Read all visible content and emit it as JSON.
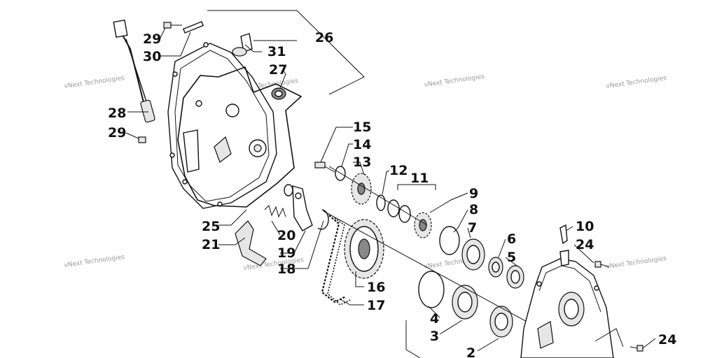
{
  "watermark": "vNext Technologies",
  "callouts": {
    "c2": "2",
    "c3": "3",
    "c4": "4",
    "c5": "5",
    "c6": "6",
    "c7": "7",
    "c8": "8",
    "c9": "9",
    "c10": "10",
    "c11": "11",
    "c12": "12",
    "c13": "13",
    "c14": "14",
    "c15": "15",
    "c16": "16",
    "c17": "17",
    "c18": "18",
    "c19": "19",
    "c20": "20",
    "c21": "21",
    "c24a": "24",
    "c24b": "24",
    "c25": "25",
    "c26": "26",
    "c27": "27",
    "c28": "28",
    "c29a": "29",
    "c29b": "29",
    "c30": "30",
    "c31": "31"
  }
}
